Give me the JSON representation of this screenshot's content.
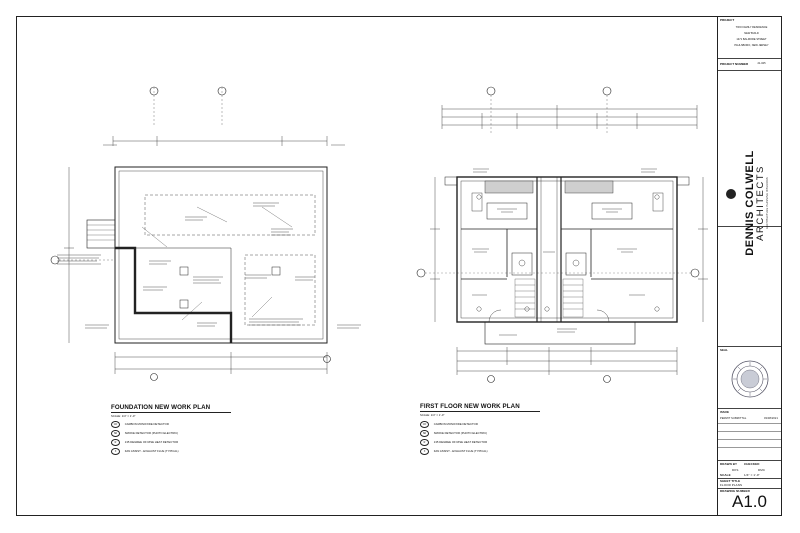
{
  "plans": {
    "foundation": {
      "title": "FOUNDATION NEW WORK PLAN",
      "scale": "SCALE: 1/4\" = 1'-0\"",
      "legend": [
        {
          "symbol": "CO",
          "label": "CARBON MONOXIDE DETECTOR"
        },
        {
          "symbol": "SD",
          "label": "SMOKE DETECTOR (PHOTO ELECTRIC)"
        },
        {
          "symbol": "R",
          "label": "135 DEGREE OF RISE HEAT DETECTOR"
        },
        {
          "symbol": "X",
          "label": "FAN ASSIST - EXHAUST FLUE (TYPICAL)"
        }
      ]
    },
    "first_floor": {
      "title": "FIRST FLOOR NEW WORK PLAN",
      "scale": "SCALE: 1/4\" = 1'-0\"",
      "legend": [
        {
          "symbol": "CO",
          "label": "CARBON MONOXIDE DETECTOR"
        },
        {
          "symbol": "SD",
          "label": "SMOKE DETECTOR (PHOTO ELECTRIC)"
        },
        {
          "symbol": "R",
          "label": "135 DEGREE OF RISE HEAT DETECTOR"
        },
        {
          "symbol": "X",
          "label": "FAN ASSIST - EXHAUST FLUE (TYPICAL)"
        }
      ]
    }
  },
  "titleblock": {
    "project_label": "PROJECT",
    "project_lines": [
      "TWO FAMILY RESIDENCE",
      "NEW BUILD",
      "1471 BALMORE STREET",
      "PAULSBORO, NEW JERSEY"
    ],
    "project_number_label": "PROJECT NUMBER",
    "project_number": "21-025",
    "firm_name": "DENNIS COLWELL",
    "firm_sub": "ARCHITECTS",
    "firm_tagline": "ARCHITECTURE  PLANNING  INTERIORS",
    "seal_label": "SEAL",
    "issue_label": "ISSUE",
    "issue_entry": "PERMIT SUBMITTAL",
    "issue_date": "03/08/2021",
    "drawn_by_label": "DRAWN BY",
    "drawn_by": "DKS",
    "checked_label": "CHECKED",
    "checked_by": "DMC",
    "scale_label": "SCALE",
    "scale_value": "1/4\" = 1'-0\"",
    "sheet_title_label": "SHEET TITLE",
    "sheet_title": "FLOOR PLANS",
    "drawing_number_label": "DRAWING NUMBER",
    "sheet_number": "A1.0"
  }
}
